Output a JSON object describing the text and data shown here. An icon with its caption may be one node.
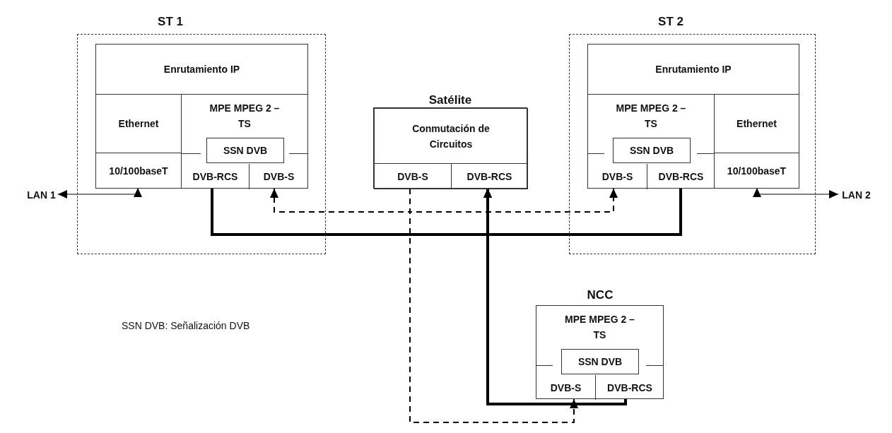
{
  "diagram": {
    "nodes": [
      {
        "text": [
          "ST 1"
        ]
      },
      {
        "text": [
          "Enrutamiento IP"
        ],
        "in": 0
      },
      {
        "text": [
          "Ethernet"
        ],
        "in": 0
      },
      {
        "text": [
          "10/100baseT"
        ],
        "in": 0
      },
      {
        "text": [
          "MPE MPEG 2 – TS"
        ],
        "in": 0
      },
      {
        "text": [
          "SSN DVB"
        ],
        "in": 4
      },
      {
        "text": [
          "DVB-RCS"
        ],
        "in": 4
      },
      {
        "text": [
          "DVB-S"
        ],
        "in": 4
      },
      {
        "text": [
          "Satélite"
        ]
      },
      {
        "text": [
          "Conmutación de Circuitos"
        ],
        "in": 8
      },
      {
        "text": [
          "DVB-S"
        ],
        "in": 8
      },
      {
        "text": [
          "DVB-RCS"
        ],
        "in": 8
      },
      {
        "text": [
          "ST 2"
        ]
      },
      {
        "text": [
          "Enrutamiento IP"
        ],
        "in": 12
      },
      {
        "text": [
          "MPE MPEG 2 – TS"
        ],
        "in": 12
      },
      {
        "text": [
          "SSN DVB"
        ],
        "in": 14
      },
      {
        "text": [
          "DVB-S"
        ],
        "in": 14
      },
      {
        "text": [
          "DVB-RCS"
        ],
        "in": 14
      },
      {
        "text": [
          "Ethernet"
        ],
        "in": 12
      },
      {
        "text": [
          "10/100baseT"
        ],
        "in": 12
      },
      {
        "text": [
          "NCC",
          "MPE MPEG 2 – TS"
        ]
      },
      {
        "text": [
          "SSN DVB"
        ],
        "in": 20
      },
      {
        "text": [
          "DVB-S"
        ],
        "in": 20
      },
      {
        "text": [
          "DVB-RCS"
        ],
        "in": 20
      },
      {
        "text": [
          "LAN 1"
        ]
      },
      {
        "text": [
          "LAN 2"
        ]
      }
    ],
    "edges": [
      {
        "from": 24,
        "to": 3,
        "arrow": "both"
      },
      {
        "from": 19,
        "to": 25,
        "arrow": "both"
      },
      {
        "from": 6,
        "to": 11,
        "arrow": "to",
        "style": "thick"
      },
      {
        "from": 17,
        "to": 11,
        "arrow": "to",
        "style": "thick"
      },
      {
        "from": 23,
        "to": 11,
        "arrow": "to",
        "style": "thick"
      },
      {
        "from": 10,
        "to": 7,
        "arrow": "to",
        "style": "dashed"
      },
      {
        "from": 10,
        "to": 16,
        "arrow": "to",
        "style": "dashed"
      },
      {
        "from": 10,
        "to": 22,
        "arrow": "to",
        "style": "dashed"
      }
    ],
    "labels": [
      "SSN DVB: Señalización DVB"
    ]
  }
}
